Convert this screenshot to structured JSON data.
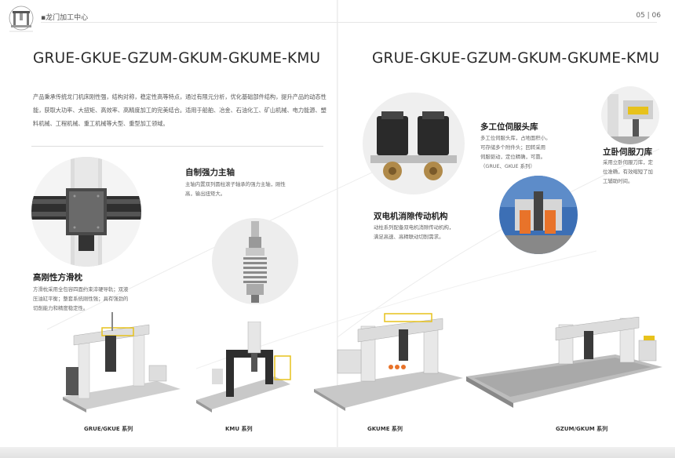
{
  "header": {
    "section": "龙门加工中心",
    "page_numbers": "05 | 06"
  },
  "left": {
    "title": "GRUE-GKUE-GZUM-GKUM-GKUME-KMU",
    "intro": "产品秉承传统龙门机床刚性强，结构对称，稳定性高等特点，通过有限元分析，优化基础部件结构，提升产品的动态性能，获取大功率、大扭矩、高效率、高精度加工的完美结合。适用于船舶、冶金、石油化工、矿山机械、电力能源、塑料机械、工程机械、重工机械等大型、重型加工领域。",
    "features": {
      "spindle": {
        "title": "自制强力主轴",
        "desc_lines": [
          "主轴内置双列圆柱滚子轴承的强力主轴，刚性",
          "高，输出扭矩大。"
        ]
      },
      "ram": {
        "title": "高刚性方滑枕",
        "desc_lines": [
          "方滑枕采用全包容四面约束淬硬导轨；双液",
          "压油缸平衡；整套系统刚性强；具有强劲的",
          "切削能力和精度稳定性。"
        ]
      }
    },
    "captions": [
      "GRUE/GKUE 系列",
      "KMU 系列"
    ]
  },
  "right": {
    "title": "GRUE-GKUE-GZUM-GKUM-GKUME-KMU",
    "features": {
      "multi_head": {
        "title": "多工位伺服头库",
        "desc_lines": [
          "多工位伺服头库，占地面积小。",
          "可存储多个附件头；回转采用",
          "伺服驱动，定位精确，可靠。",
          "（GRUE、GKUE 系列）"
        ]
      },
      "tool_magazine": {
        "title": "立卧伺服刀库",
        "desc_lines": [
          "采用立卧伺服刀库，定",
          "位准确，有效缩短了加",
          "工辅助时间。"
        ]
      },
      "dual_motor": {
        "title": "双电机消隙传动机构",
        "desc_lines": [
          "动柱系列配备双电机消隙传动机构，",
          "满足高速、高精联动切削需求。"
        ]
      }
    },
    "captions": [
      "GKUME 系列",
      "GZUM/GKUM 系列"
    ]
  },
  "colors": {
    "yellow_guard": "#e7c21c",
    "machine_white": "#eeeeee",
    "machine_dark": "#3a3a3a",
    "orange_part": "#e8732a",
    "blue_bg": "#3c6fb5"
  },
  "icons": [
    "gantry-logo-icon"
  ]
}
